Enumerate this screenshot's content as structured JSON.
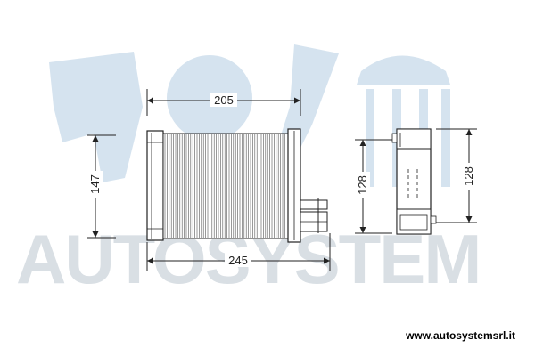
{
  "watermark": {
    "text": "AUTOSYSTEM",
    "color": "#d9dfe4",
    "logo_color": "#d5e3ef"
  },
  "dimensions": {
    "core_width": "205",
    "core_height": "147",
    "overall_width": "245",
    "side_height_inner": "128",
    "side_height_outer": "128"
  },
  "footer": {
    "website": "www.autosystemsrl.it"
  },
  "colors": {
    "line": "#222222",
    "fin": "#555555"
  }
}
